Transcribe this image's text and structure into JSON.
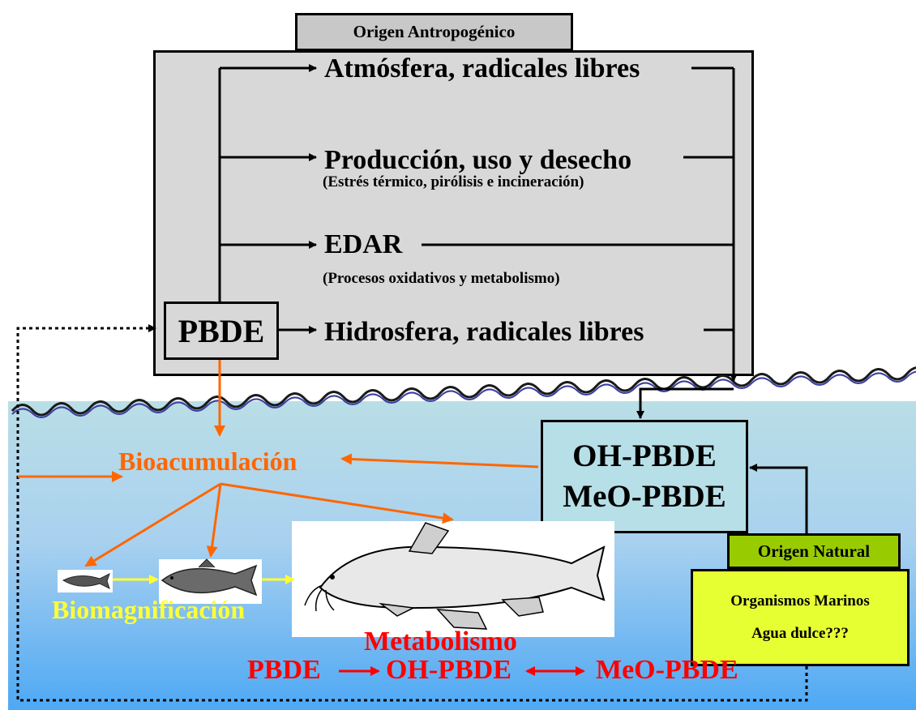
{
  "anthropogenic": {
    "title": "Origen Antropogénico",
    "pathways": [
      {
        "label": "Atmósfera, radicales libres",
        "note": ""
      },
      {
        "label": "Producción, uso y desecho",
        "note": "(Estrés térmico, pirólisis e incineración)"
      },
      {
        "label": "EDAR",
        "note": "(Procesos oxidativos y  metabolismo)"
      },
      {
        "label": "Hidrosfera, radicales libres",
        "note": ""
      }
    ],
    "source": "PBDE"
  },
  "products": {
    "line1": "OH-PBDE",
    "line2": "MeO-PBDE"
  },
  "natural": {
    "title": "Origen Natural",
    "items": [
      "Organismos Marinos",
      "Agua dulce???"
    ]
  },
  "bio": {
    "bioaccumulation": "Bioacumulación",
    "biomagnification": "Biomagnificación"
  },
  "metabolism": {
    "title": "Metabolismo",
    "step1": "PBDE",
    "step2": "OH-PBDE",
    "step3": "MeO-PBDE"
  },
  "colors": {
    "orange": "#ff6600",
    "yellow": "#ffff33",
    "red": "#ff0000",
    "box_grey": "#d8d8d8",
    "natural_green": "#99cc00",
    "natural_yellow": "#e6ff33"
  }
}
